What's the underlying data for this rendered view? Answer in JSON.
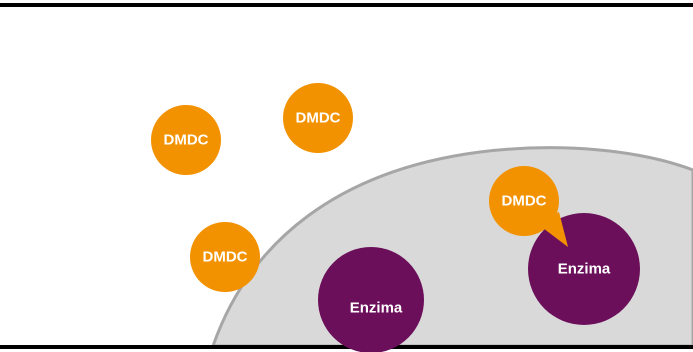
{
  "colors": {
    "background": "#ffffff",
    "cell_fill": "#d9d9d9",
    "cell_stroke": "#a6a6a6",
    "molecule_fill": "#f39200",
    "enzyme_fill": "#6b0f5b",
    "border_line": "#000000",
    "label_text": "#ffffff"
  },
  "molecules": [
    {
      "label": "DMDC"
    },
    {
      "label": "DMDC"
    },
    {
      "label": "DMDC"
    },
    {
      "label": "DMDC"
    }
  ],
  "enzymes": [
    {
      "label": "Enzima"
    },
    {
      "label": "Enzima"
    }
  ]
}
